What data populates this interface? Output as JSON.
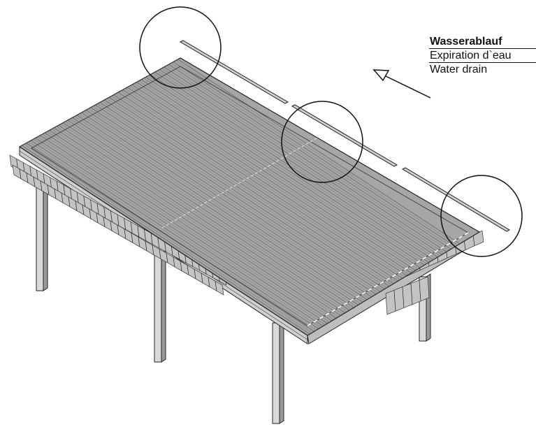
{
  "labels": {
    "german": "Wasserablauf",
    "french": "Expiration d`eau",
    "english": "Water drain"
  },
  "colors": {
    "ink": "#111111",
    "roof_top": "#a6a6a6",
    "roof_stripe": "#6e6e6e",
    "fascia": "#cfcfcf",
    "post_front": "#d9d9d9",
    "post_side": "#9a9a9a",
    "shingle": "#c4c4c4"
  },
  "icons": {
    "arrow": "water-direction-arrow-icon",
    "highlight": "detail-circle-icon"
  }
}
